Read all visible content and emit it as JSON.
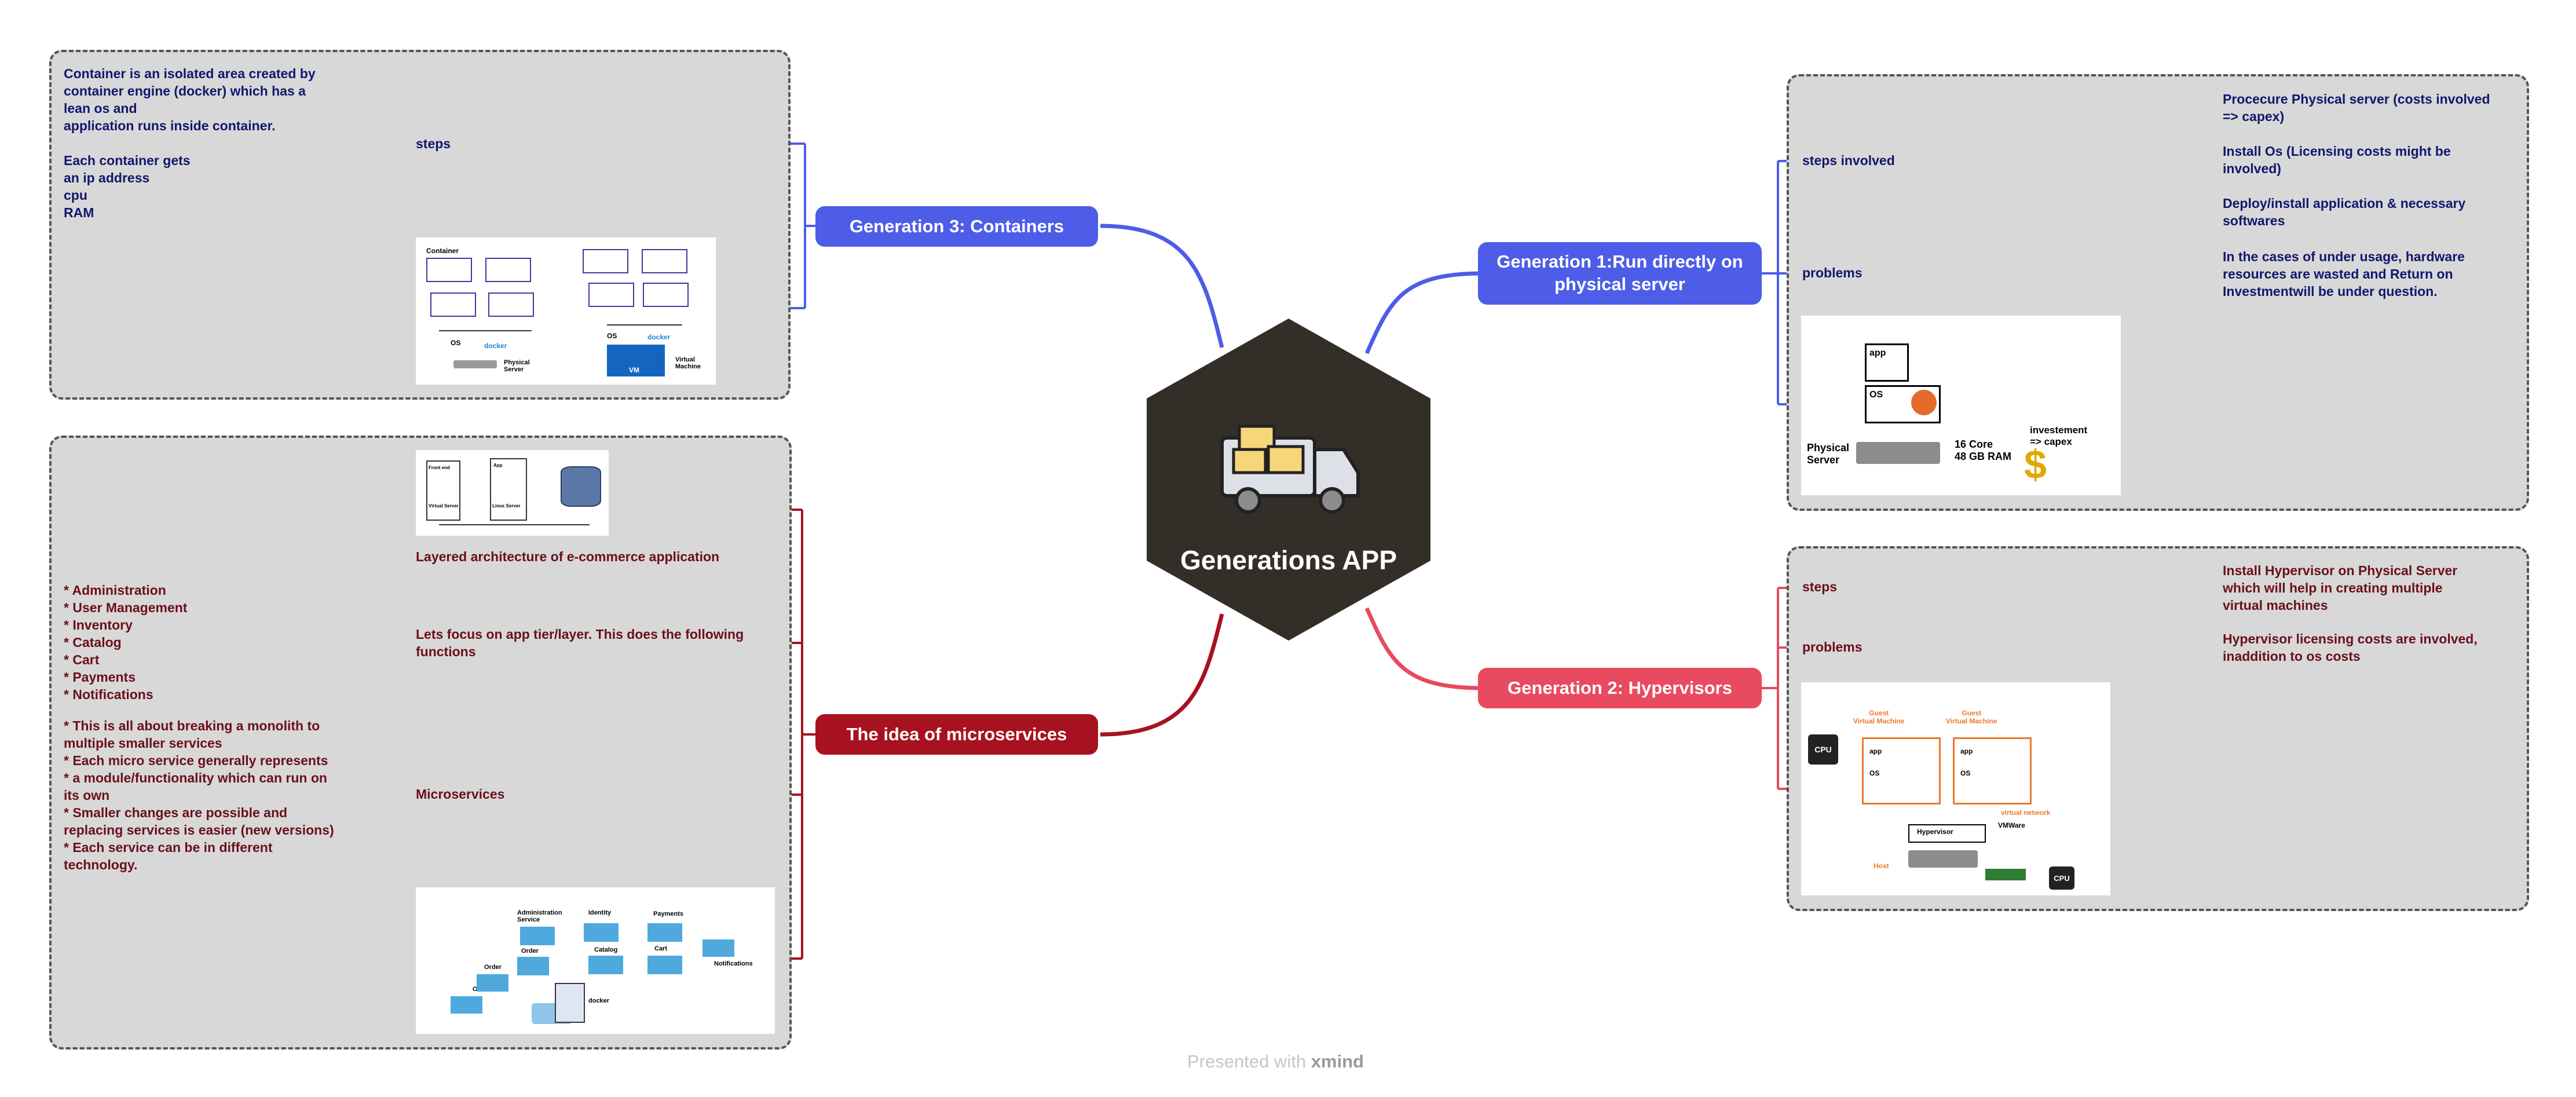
{
  "center": {
    "title": "Generations APP",
    "icon": "delivery-truck-icon"
  },
  "footer": {
    "prefix": "Presented with",
    "brand": "xmind"
  },
  "gen3": {
    "topic": "Generation 3: Containers",
    "subtopic": "steps",
    "note": "Container is an isolated area created by\ncontainer engine (docker) which has a\nlean os and\napplication runs inside container.\n\nEach container gets\nan ip address\ncpu\nRAM",
    "diagram": {
      "container": "Container",
      "os": "OS",
      "docker": "docker",
      "physical_server": "Physical\nServer",
      "vm": "VM",
      "virtual_machine": "Virtual\nMachine"
    }
  },
  "gen1": {
    "topic": "Generation 1:Run directly on physical server",
    "steps_label": "steps involved",
    "problems_label": "problems",
    "steps": [
      "Procecure Physical server (costs involved\n=> capex)",
      "Install Os (Licensing costs might be\ninvolved)",
      "Deploy/install application & necessary\nsoftwares"
    ],
    "problem_text": "In the cases of under usage, hardware\nresources are wasted and Return on\nInvestmentwill be under question.",
    "diagram": {
      "app": "app",
      "os": "OS",
      "physical_server": "Physical\nServer",
      "spec": "16 Core\n48 GB RAM",
      "investment": "investement\n=> capex"
    }
  },
  "gen2": {
    "topic": "Generation 2: Hypervisors",
    "steps_label": "steps",
    "problems_label": "problems",
    "step_text": "Install Hypervisor on Physical Server\nwhich will help in creating multiple\nvirtual machines",
    "problem_text": "Hypervisor licensing costs are involved,\ninaddition to os costs",
    "diagram": {
      "guest_vm": "Guest\nVirtual Machine",
      "app": "app",
      "os": "OS",
      "hypervisor": "Hypervisor",
      "vmware": "VMWare",
      "host": "Host",
      "virtual_network": "virtual network",
      "cpu": "CPU"
    }
  },
  "micro": {
    "topic": "The idea of microservices",
    "layered_caption": "Layered architecture of e-commerce application",
    "app_tier": "Lets focus on app tier/layer. This does the following\nfunctions",
    "functions": "* Administration\n* User Management\n* Inventory\n* Catalog\n* Cart\n* Payments\n* Notifications",
    "microservices_label": "Microservices",
    "microservices_text": "* This is all about breaking a monolith to\n   multiple smaller services\n* Each micro service generally represents\n* a module/functionality which can run on\n   its own\n* Smaller changes are possible and\nreplacing services is easier (new versions)\n * Each service can be in different\ntechnology.",
    "layered_diagram": {
      "frontend": "Front end",
      "app": "App",
      "virtual_server": "Virtual Server",
      "linux_server": "Linux Server"
    },
    "services_diagram": {
      "administration": "Administration\nService",
      "identity": "Identity",
      "payments": "Payments",
      "order": "Order",
      "catalog": "Catalog",
      "cart": "Cart",
      "notifications": "Notifications",
      "docker": "docker"
    }
  },
  "colors": {
    "blue": "#4d5de8",
    "pink": "#e84a5f",
    "red": "#a8111f",
    "hub": "#332e28",
    "navy": "#12166e",
    "maroon": "#6b0f1c"
  }
}
